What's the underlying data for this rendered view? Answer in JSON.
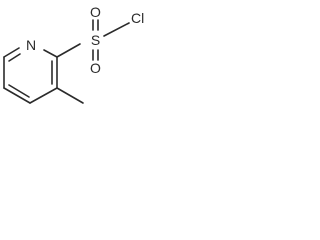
{
  "molecule": {
    "atoms": {
      "ring_nitrogen": "N",
      "sulfur": "S",
      "oxygen_top": "O",
      "oxygen_bottom": "O",
      "chlorine": "Cl"
    }
  }
}
